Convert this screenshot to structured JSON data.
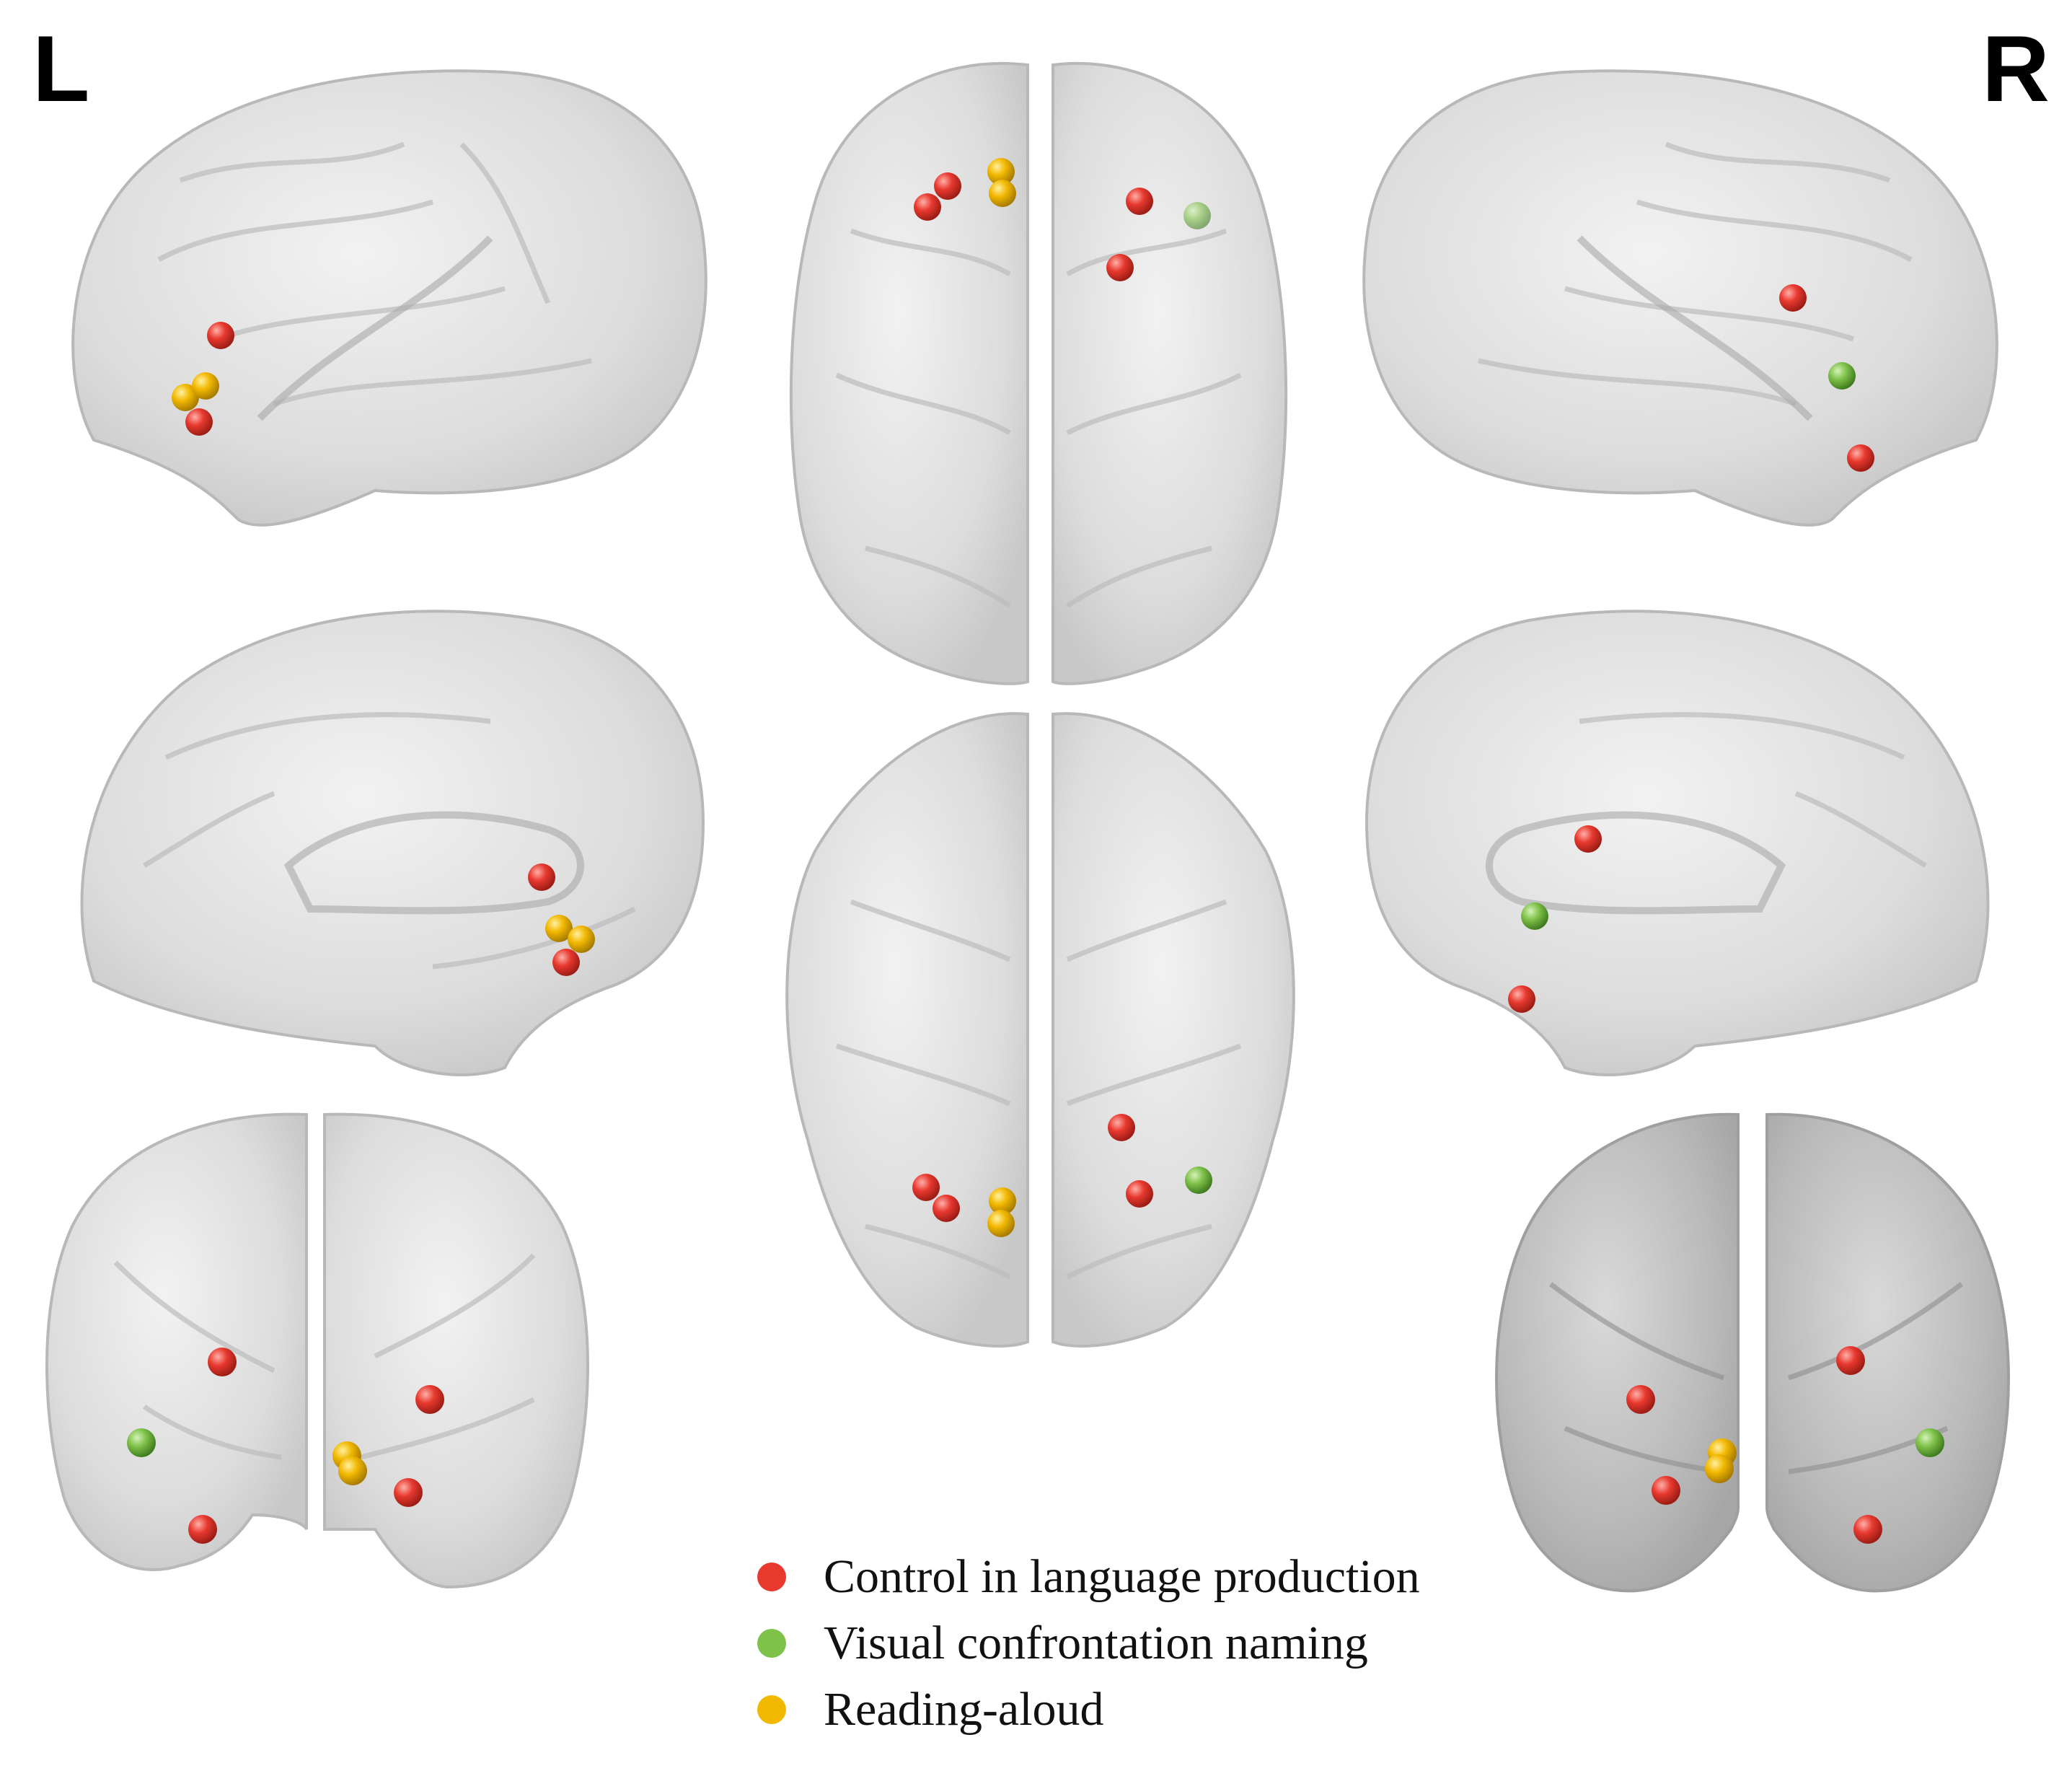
{
  "orientation": {
    "left": "L",
    "right": "R"
  },
  "colors": {
    "control": "#e8392f",
    "visual": "#7fc24a",
    "reading": "#f2b800"
  },
  "legend": [
    {
      "label": "Control in language production",
      "color": "#e8392f"
    },
    {
      "label": "Visual confrontation naming",
      "color": "#7fc24a"
    },
    {
      "label": "Reading-aloud",
      "color": "#f2b800"
    }
  ]
}
